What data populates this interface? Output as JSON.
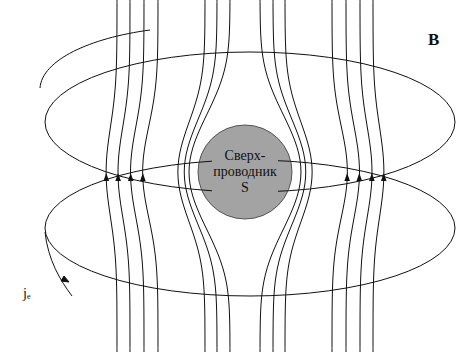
{
  "diagram": {
    "nodes": [
      {
        "text": [
          "Сверх- проводник S"
        ]
      }
    ],
    "labels": [
      "B",
      "jₑ"
    ]
  }
}
